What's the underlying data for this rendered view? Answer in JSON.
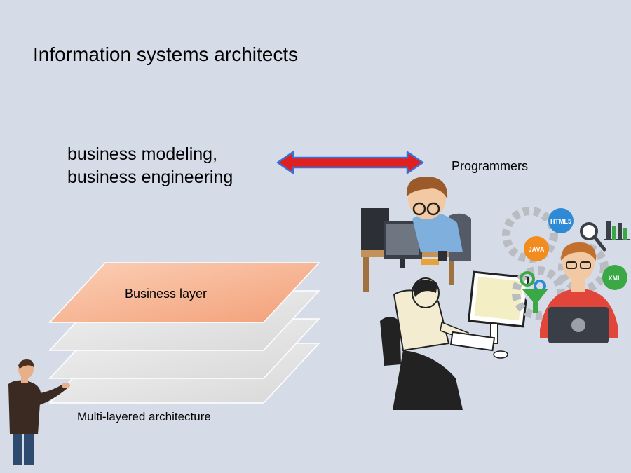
{
  "title": "Information systems architects",
  "business_text": {
    "line1": "business modeling,",
    "line2": "business engineering"
  },
  "programmers_label": "Programmers",
  "layer_stack": {
    "top_layer_label": "Business layer",
    "caption": "Multi-layered architecture"
  },
  "tech_badges": [
    "HTML5",
    "JAVA",
    "XML"
  ],
  "colors": {
    "background": "#d5dce8",
    "arrow": "#e02020",
    "arrow_outline": "#3a6fd8",
    "business_layer": "#f7b896",
    "plain_layer": "#e4e4e4"
  }
}
